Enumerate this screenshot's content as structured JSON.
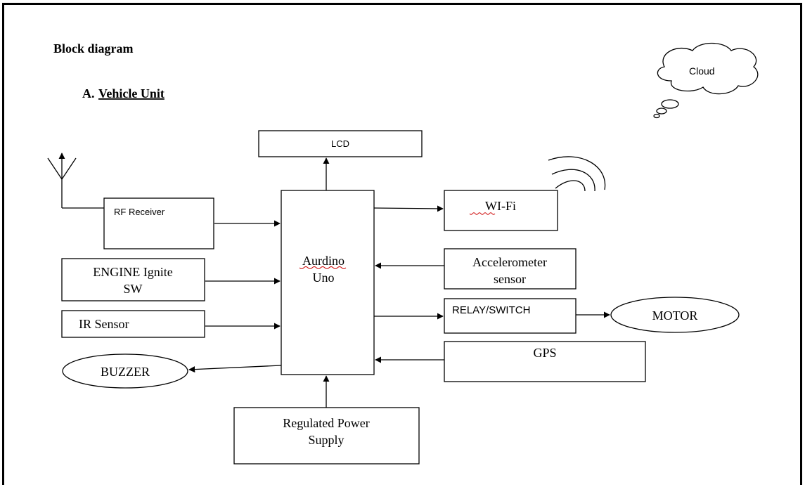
{
  "heading": "Block diagram",
  "section": {
    "prefix": "A.",
    "title": "Vehicle Unit"
  },
  "cloud_label": "Cloud",
  "blocks": {
    "lcd": "LCD",
    "rf_receiver": "RF Receiver",
    "wifi": "WI-Fi",
    "engine_line1": "ENGINE Ignite",
    "engine_line2": "SW",
    "ir_sensor": "IR Sensor",
    "buzzer": "BUZZER",
    "arduino_line1": "Aurdino",
    "arduino_line2": "Uno",
    "accel_line1": "Accelerometer",
    "accel_line2": "sensor",
    "relay": "RELAY/SWITCH",
    "motor": "MOTOR",
    "gps": "GPS",
    "power_line1": "Regulated Power",
    "power_line2": "Supply"
  },
  "colors": {
    "spellcheck_underline": "#cc0000"
  }
}
